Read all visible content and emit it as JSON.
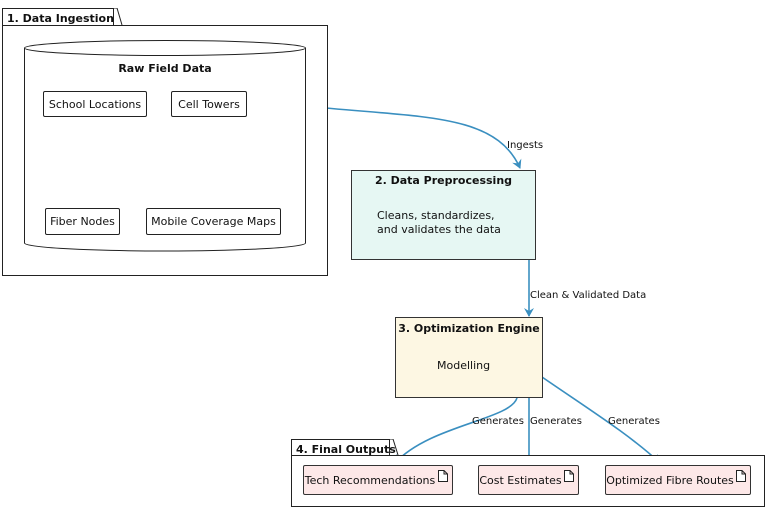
{
  "ingestion": {
    "title": "1. Data Ingestion",
    "database": {
      "title": "Raw Field Data",
      "items": [
        "School Locations",
        "Cell Towers",
        "Fiber Nodes",
        "Mobile Coverage Maps"
      ]
    }
  },
  "preprocessing": {
    "title": "2. Data Preprocessing",
    "text_line1": "Cleans, standardizes,",
    "text_line2": "and validates the data",
    "fill": "#e6f7f3"
  },
  "optimization": {
    "title": "3. Optimization Engine",
    "text": "Modelling",
    "fill": "#fdf7e3"
  },
  "outputs": {
    "title": "4. Final Outputs",
    "items": [
      "Tech Recommendations",
      "Cost Estimates",
      "Optimized Fibre Routes"
    ],
    "fill": "#fde8e8"
  },
  "edges": {
    "ingests": "Ingests",
    "clean_validated": "Clean & Validated Data",
    "generates": [
      "Generates",
      "Generates",
      "Generates"
    ]
  },
  "colors": {
    "arrow": "#3a8fc0",
    "border": "#222222"
  }
}
